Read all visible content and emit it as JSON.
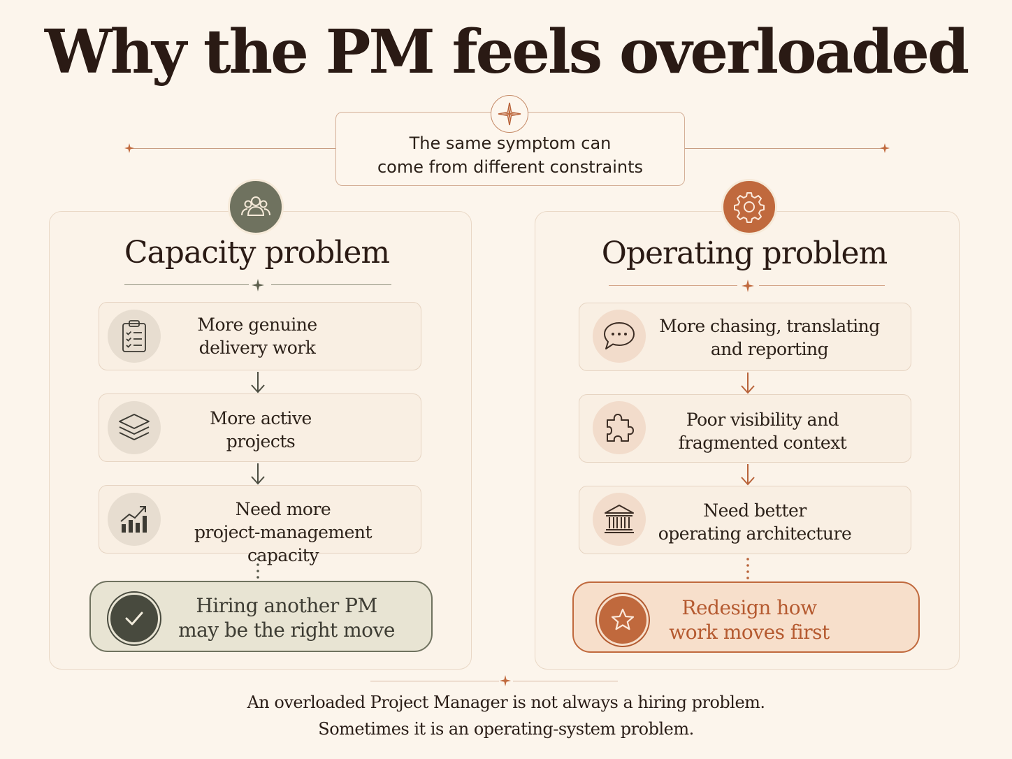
{
  "title": "Why the PM feels overloaded",
  "subtitle": {
    "line1": "The same symptom can",
    "line2": "come from different constraints"
  },
  "colors": {
    "background": "#fcf5ec",
    "capacity_accent": "#6f725f",
    "operating_accent": "#c0693d",
    "capacity_result_bg": "#e8e4d3",
    "operating_result_bg": "#f7dfcb",
    "operating_result_text": "#b55a30"
  },
  "capacity": {
    "title": "Capacity problem",
    "icon": "people-icon",
    "steps": [
      {
        "icon": "clipboard-icon",
        "line1": "More genuine",
        "line2": "delivery work"
      },
      {
        "icon": "layers-icon",
        "line1": "More active",
        "line2": "projects"
      },
      {
        "icon": "growth-chart-icon",
        "line1": "Need more",
        "line2": "project-management capacity"
      }
    ],
    "result": {
      "icon": "check-icon",
      "line1": "Hiring another PM",
      "line2": "may be the right move"
    }
  },
  "operating": {
    "title": "Operating problem",
    "icon": "gear-icon",
    "steps": [
      {
        "icon": "chat-bubble-icon",
        "line1": "More chasing, translating",
        "line2": "and reporting"
      },
      {
        "icon": "puzzle-icon",
        "line1": "Poor visibility and",
        "line2": "fragmented context"
      },
      {
        "icon": "building-icon",
        "line1": "Need better",
        "line2": "operating architecture"
      }
    ],
    "result": {
      "icon": "star-icon",
      "line1": "Redesign how",
      "line2": "work moves first"
    }
  },
  "footer": {
    "line1": "An overloaded Project Manager is not always a hiring problem.",
    "line2": "Sometimes it is an operating-system problem."
  }
}
